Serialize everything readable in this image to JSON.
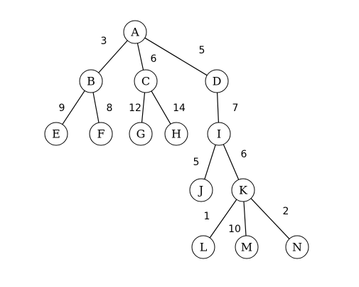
{
  "tree": {
    "nodes": [
      {
        "id": "A",
        "label": "A"
      },
      {
        "id": "B",
        "label": "B"
      },
      {
        "id": "C",
        "label": "C"
      },
      {
        "id": "D",
        "label": "D"
      },
      {
        "id": "E",
        "label": "E"
      },
      {
        "id": "F",
        "label": "F"
      },
      {
        "id": "G",
        "label": "G"
      },
      {
        "id": "H",
        "label": "H"
      },
      {
        "id": "I",
        "label": "I"
      },
      {
        "id": "J",
        "label": "J"
      },
      {
        "id": "K",
        "label": "K"
      },
      {
        "id": "L",
        "label": "L"
      },
      {
        "id": "M",
        "label": "M"
      },
      {
        "id": "N",
        "label": "N"
      }
    ],
    "edges": [
      {
        "from": "A",
        "to": "B",
        "weight": "3"
      },
      {
        "from": "A",
        "to": "C",
        "weight": "6"
      },
      {
        "from": "A",
        "to": "D",
        "weight": "5"
      },
      {
        "from": "B",
        "to": "E",
        "weight": "9"
      },
      {
        "from": "B",
        "to": "F",
        "weight": "8"
      },
      {
        "from": "C",
        "to": "G",
        "weight": "12"
      },
      {
        "from": "C",
        "to": "H",
        "weight": "14"
      },
      {
        "from": "D",
        "to": "I",
        "weight": "7"
      },
      {
        "from": "I",
        "to": "J",
        "weight": "5"
      },
      {
        "from": "I",
        "to": "K",
        "weight": "6"
      },
      {
        "from": "K",
        "to": "L",
        "weight": "1"
      },
      {
        "from": "K",
        "to": "M",
        "weight": "10"
      },
      {
        "from": "K",
        "to": "N",
        "weight": "2"
      }
    ]
  }
}
